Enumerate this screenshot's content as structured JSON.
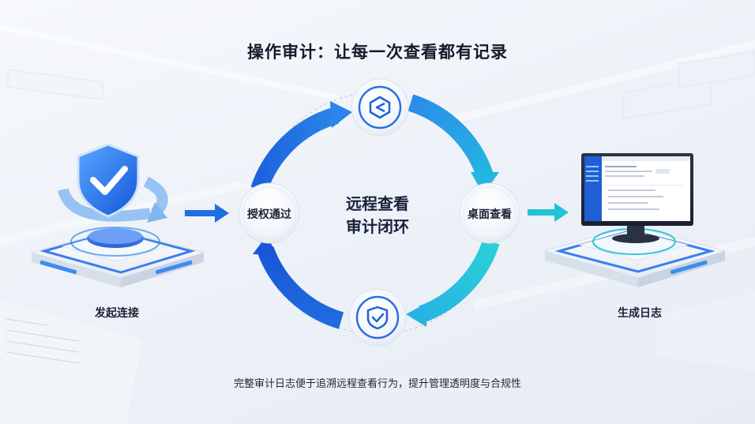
{
  "title": "操作审计：让每一次查看都有记录",
  "center": {
    "line1": "远程查看",
    "line2": "审计闭环"
  },
  "nodes": {
    "left": "授权通过",
    "right": "桌面查看"
  },
  "sides": {
    "left": "发起连接",
    "right": "生成日志"
  },
  "footer": "完整审计日志便于追溯远程查看行为，提升管理透明度与合规性",
  "colors": {
    "accent_blue": "#1f6fe0",
    "accent_cyan": "#22c3d6",
    "text_dark": "#141a2b"
  },
  "icons": {
    "top_node": "hexagon-icon",
    "bottom_node": "shield-check-icon",
    "left_platform": "shield-check-icon",
    "right_platform": "monitor-icon"
  }
}
